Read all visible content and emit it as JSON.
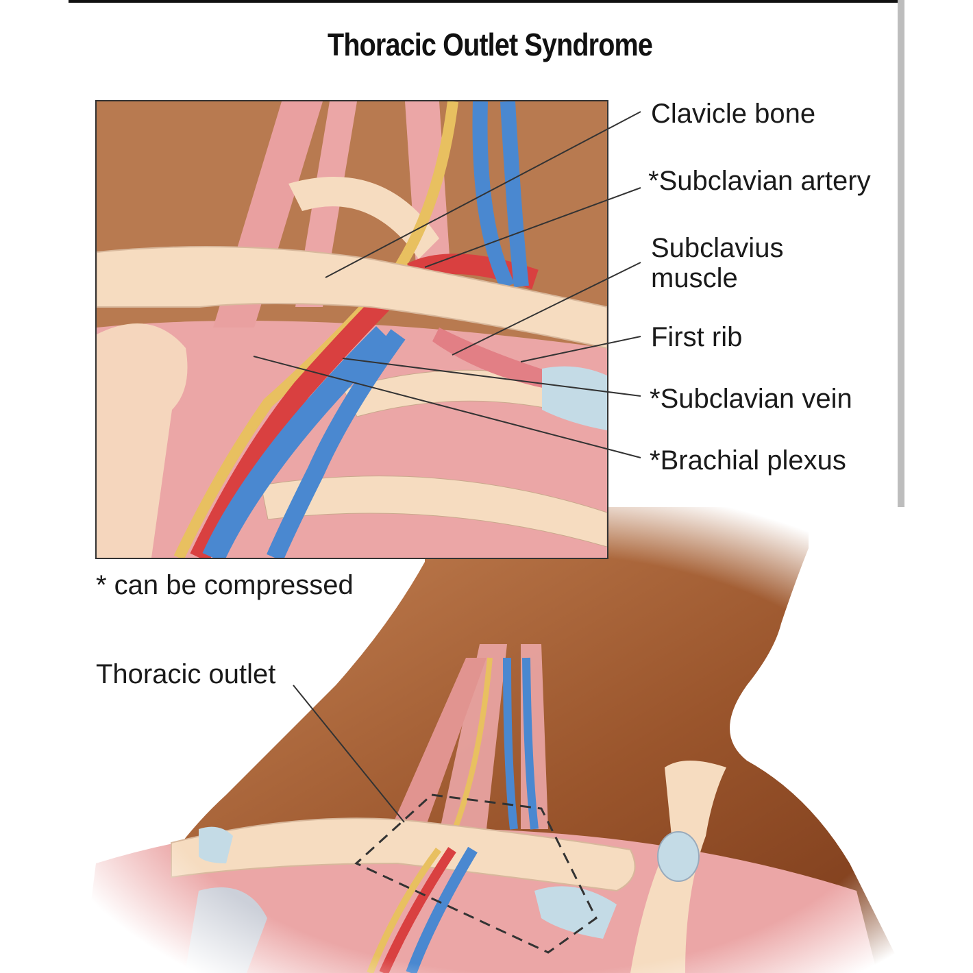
{
  "title": "Thoracic Outlet Syndrome",
  "inset": {
    "labels": [
      {
        "id": "clavicle",
        "text": "Clavicle bone"
      },
      {
        "id": "artery",
        "text": "*Subclavian artery"
      },
      {
        "id": "subclavius_1",
        "text": "Subclavius"
      },
      {
        "id": "subclavius_2",
        "text": "muscle"
      },
      {
        "id": "first_rib",
        "text": "First rib"
      },
      {
        "id": "vein",
        "text": "*Subclavian vein"
      },
      {
        "id": "plexus",
        "text": "*Brachial plexus"
      }
    ],
    "footnote": "* can be compressed"
  },
  "overview": {
    "label": "Thoracic outlet"
  },
  "colors": {
    "background_skin": "#b87a50",
    "dark_skin": "#8a4a24",
    "muscle": "#eba6a6",
    "bone": "#f6dcc0",
    "artery": "#d94040",
    "vein": "#4a88d0",
    "nerve": "#e8c060",
    "cartilage": "#c4dbe6"
  }
}
